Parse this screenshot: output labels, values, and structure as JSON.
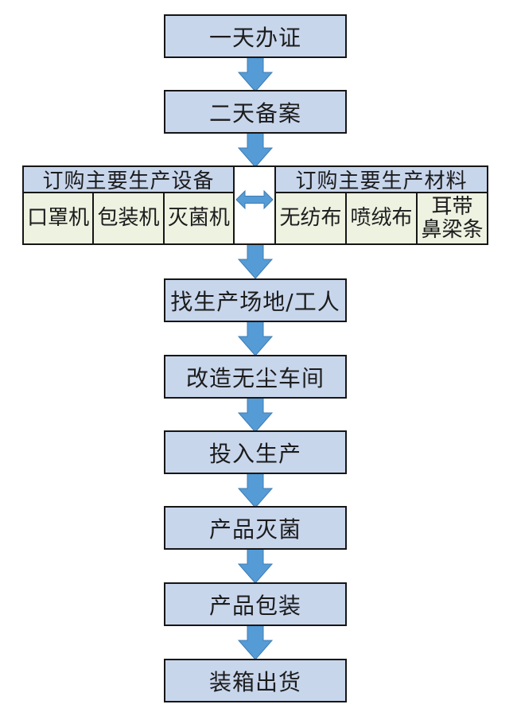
{
  "colors": {
    "background": "#ffffff",
    "box_fill": "#c8d6ec",
    "box_border": "#161616",
    "cell_fill": "#edf2e1",
    "arrow_fill": "#559bd5",
    "arrow_stroke": "#3f7cb5",
    "middle_box_fill": "#ffffff",
    "text": "#1c1c1c"
  },
  "icons": {
    "down_arrow": "down-block-arrow",
    "double_arrow": "left-right-block-arrow"
  },
  "flow": {
    "steps": [
      {
        "label": "一天办证"
      },
      {
        "label": "二天备案"
      },
      {
        "label": "找生产场地/工人"
      },
      {
        "label": "改造无尘车间"
      },
      {
        "label": "投入生产"
      },
      {
        "label": "产品灭菌"
      },
      {
        "label": "产品包装"
      },
      {
        "label": "装箱出货"
      }
    ],
    "equipment_table": {
      "header": "订购主要生产设备",
      "cells": [
        "口罩机",
        "包装机",
        "灭菌机"
      ]
    },
    "materials_table": {
      "header": "订购主要生产材料",
      "cells": [
        "无纺布",
        "喷绒布"
      ],
      "last_cell_lines": [
        "耳带",
        "鼻梁条"
      ]
    }
  }
}
